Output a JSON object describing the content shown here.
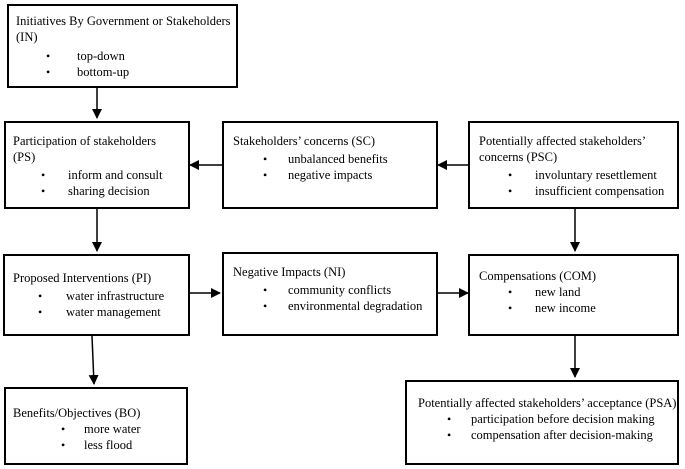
{
  "boxes": {
    "in": {
      "title": [
        "Initiatives By Government or Stakeholders",
        "(IN)"
      ],
      "items": [
        "top-down",
        "bottom-up"
      ]
    },
    "ps": {
      "title": [
        "Participation of stakeholders",
        "(PS)"
      ],
      "items": [
        "inform and consult",
        "sharing decision"
      ]
    },
    "sc": {
      "title": [
        "Stakeholders’  concerns (SC)"
      ],
      "items": [
        "unbalanced benefits",
        "negative impacts"
      ]
    },
    "psc": {
      "title": [
        "Potentially affected stakeholders’",
        "concerns (PSC)"
      ],
      "items": [
        "involuntary resettlement",
        "insufficient compensation"
      ]
    },
    "pi": {
      "title": [
        "Proposed Interventions (PI)"
      ],
      "items": [
        "water infrastructure",
        "water management"
      ]
    },
    "ni": {
      "title": [
        "Negative Impacts (NI)"
      ],
      "items": [
        "community conflicts",
        "environmental degradation"
      ]
    },
    "com": {
      "title": [
        "Compensations (COM)"
      ],
      "items": [
        "new land",
        "new income"
      ]
    },
    "bo": {
      "title": [
        "Benefits/Objectives (BO)"
      ],
      "items": [
        "more water",
        "less flood"
      ]
    },
    "psa": {
      "title": [
        "Potentially affected stakeholders’ acceptance (PSA)"
      ],
      "items": [
        "participation before decision making",
        "compensation after decision-making"
      ]
    }
  },
  "bullet_glyph": "•"
}
